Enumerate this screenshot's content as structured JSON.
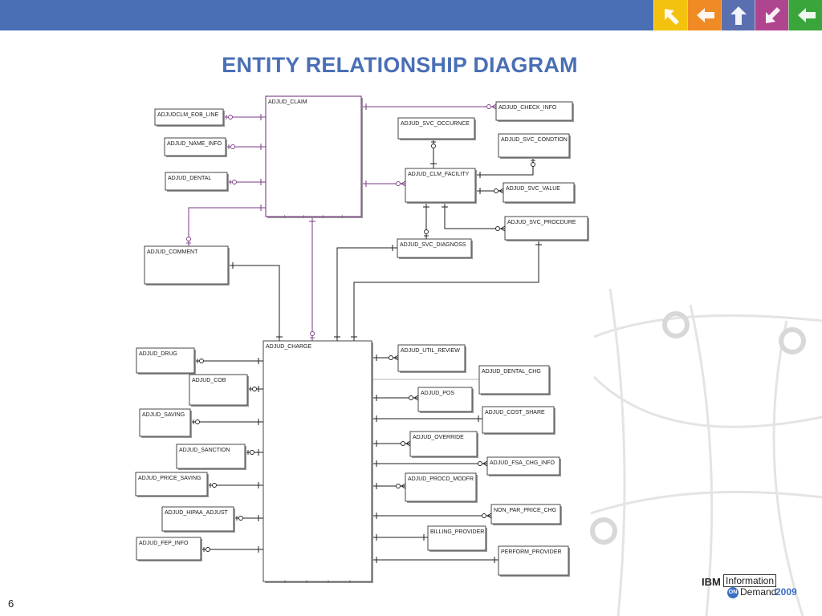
{
  "slide": {
    "title": "ENTITY RELATIONSHIP DIAGRAM",
    "page_number": "6",
    "accent_color": "#4a6fb5"
  },
  "nav_icons": [
    {
      "icon": "arrow-up-left-icon",
      "color": "#f2c20f"
    },
    {
      "icon": "arrow-left-icon",
      "color": "#f08a24"
    },
    {
      "icon": "arrow-up-icon",
      "color": "#5a6fb0"
    },
    {
      "icon": "arrow-down-left-icon",
      "color": "#b0458f"
    },
    {
      "icon": "arrow-left-icon",
      "color": "#3aa53a"
    }
  ],
  "logo": {
    "company": "IBM",
    "line1": "Information",
    "badge": "ON",
    "line2": "Demand",
    "year": "2009"
  },
  "entities": [
    {
      "id": "adjud_claim",
      "label": "ADJUD_CLAIM"
    },
    {
      "id": "adjudclm_eob_line",
      "label": "ADJUDCLM_EOB_LINE"
    },
    {
      "id": "adjud_name_info",
      "label": "ADJUD_NAME_INFO"
    },
    {
      "id": "adjud_dental",
      "label": "ADJUD_DENTAL"
    },
    {
      "id": "adjud_comment",
      "label": "ADJUD_COMMENT"
    },
    {
      "id": "adjud_check_info",
      "label": "ADJUD_CHECK_INFO"
    },
    {
      "id": "adjud_svc_occurnce",
      "label": "ADJUD_SVC_OCCURNCE"
    },
    {
      "id": "adjud_svc_condtion",
      "label": "ADJUD_SVC_CONDTION"
    },
    {
      "id": "adjud_clm_facility",
      "label": "ADJUD_CLM_FACILITY"
    },
    {
      "id": "adjud_svc_value",
      "label": "ADJUD_SVC_VALUE"
    },
    {
      "id": "adjud_svc_procdure",
      "label": "ADJUD_SVC_PROCDURE"
    },
    {
      "id": "adjud_svc_diagnoss",
      "label": "ADJUD_SVC_DIAGNOSS"
    },
    {
      "id": "adjud_charge",
      "label": "ADJUD_CHARGE"
    },
    {
      "id": "adjud_drug",
      "label": "ADJUD_DRUG"
    },
    {
      "id": "adjud_cob",
      "label": "ADJUD_COB"
    },
    {
      "id": "adjud_saving",
      "label": "ADJUD_SAVING"
    },
    {
      "id": "adjud_sanction",
      "label": "ADJUD_SANCTION"
    },
    {
      "id": "adjud_price_saving",
      "label": "ADJUD_PRICE_SAVING"
    },
    {
      "id": "adjud_hipaa_adjust",
      "label": "ADJUD_HIPAA_ADJUST"
    },
    {
      "id": "adjud_fep_info",
      "label": "ADJUD_FEP_INFO"
    },
    {
      "id": "adjud_util_review",
      "label": "ADJUD_UTIL_REVIEW"
    },
    {
      "id": "adjud_dental_chg",
      "label": "ADJUD_DENTAL_CHG"
    },
    {
      "id": "adjud_pos",
      "label": "ADJUD_POS"
    },
    {
      "id": "adjud_cost_share",
      "label": "ADJUD_COST_SHARE"
    },
    {
      "id": "adjud_override",
      "label": "ADJUD_OVERRIDE"
    },
    {
      "id": "adjud_fsa_chg_info",
      "label": "ADJUD_FSA_CHG_INFO"
    },
    {
      "id": "adjud_procd_modfr",
      "label": "ADJUD_PROCD_MODFR"
    },
    {
      "id": "non_par_price_chg",
      "label": "NON_PAR_PRICE_CHG"
    },
    {
      "id": "billing_provider",
      "label": "BILLING_PROVIDER"
    },
    {
      "id": "perform_provider",
      "label": "PERFORM_PROVIDER"
    }
  ],
  "relationships": [
    {
      "from": "adjud_claim",
      "to": "adjudclm_eob_line",
      "style": "purple"
    },
    {
      "from": "adjud_claim",
      "to": "adjud_name_info",
      "style": "purple"
    },
    {
      "from": "adjud_claim",
      "to": "adjud_dental",
      "style": "purple"
    },
    {
      "from": "adjud_claim",
      "to": "adjud_comment",
      "style": "purple"
    },
    {
      "from": "adjud_claim",
      "to": "adjud_check_info",
      "style": "purple"
    },
    {
      "from": "adjud_claim",
      "to": "adjud_clm_facility",
      "style": "purple"
    },
    {
      "from": "adjud_claim",
      "to": "adjud_charge",
      "style": "purple"
    },
    {
      "from": "adjud_clm_facility",
      "to": "adjud_svc_occurnce",
      "style": "black"
    },
    {
      "from": "adjud_clm_facility",
      "to": "adjud_svc_condtion",
      "style": "black"
    },
    {
      "from": "adjud_clm_facility",
      "to": "adjud_svc_value",
      "style": "black"
    },
    {
      "from": "adjud_clm_facility",
      "to": "adjud_svc_procdure",
      "style": "black"
    },
    {
      "from": "adjud_clm_facility",
      "to": "adjud_svc_diagnoss",
      "style": "black"
    },
    {
      "from": "adjud_comment",
      "to": "adjud_charge",
      "style": "black"
    },
    {
      "from": "adjud_svc_diagnoss",
      "to": "adjud_charge",
      "style": "black"
    },
    {
      "from": "adjud_svc_procdure",
      "to": "adjud_charge",
      "style": "black"
    },
    {
      "from": "adjud_charge",
      "to": "adjud_drug",
      "style": "black"
    },
    {
      "from": "adjud_charge",
      "to": "adjud_cob",
      "style": "black"
    },
    {
      "from": "adjud_charge",
      "to": "adjud_saving",
      "style": "black"
    },
    {
      "from": "adjud_charge",
      "to": "adjud_sanction",
      "style": "black"
    },
    {
      "from": "adjud_charge",
      "to": "adjud_price_saving",
      "style": "black"
    },
    {
      "from": "adjud_charge",
      "to": "adjud_hipaa_adjust",
      "style": "black"
    },
    {
      "from": "adjud_charge",
      "to": "adjud_fep_info",
      "style": "black"
    },
    {
      "from": "adjud_charge",
      "to": "adjud_util_review",
      "style": "black"
    },
    {
      "from": "adjud_charge",
      "to": "adjud_dental_chg",
      "style": "black"
    },
    {
      "from": "adjud_charge",
      "to": "adjud_pos",
      "style": "black"
    },
    {
      "from": "adjud_charge",
      "to": "adjud_cost_share",
      "style": "black"
    },
    {
      "from": "adjud_charge",
      "to": "adjud_override",
      "style": "black"
    },
    {
      "from": "adjud_charge",
      "to": "adjud_fsa_chg_info",
      "style": "black"
    },
    {
      "from": "adjud_charge",
      "to": "adjud_procd_modfr",
      "style": "black"
    },
    {
      "from": "adjud_charge",
      "to": "non_par_price_chg",
      "style": "black"
    },
    {
      "from": "adjud_charge",
      "to": "billing_provider",
      "style": "black"
    },
    {
      "from": "adjud_charge",
      "to": "perform_provider",
      "style": "black"
    }
  ]
}
